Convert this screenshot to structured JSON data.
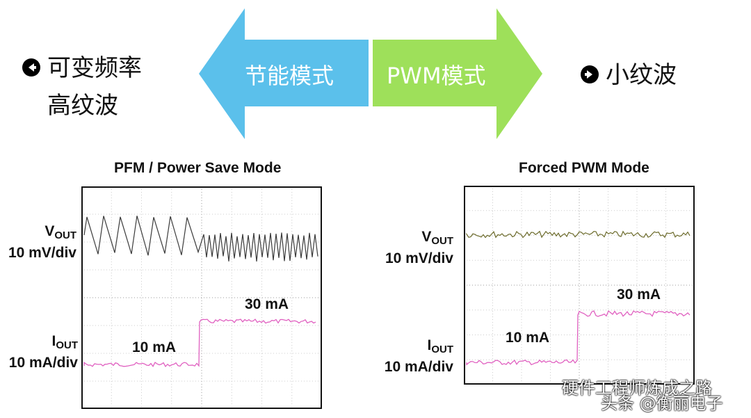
{
  "left_side": {
    "line1": "可变频率",
    "line2": "高纹波",
    "bullet_icon": "arrow-left-circle-icon"
  },
  "right_side": {
    "text": "小纹波",
    "bullet_icon": "arrow-right-circle-icon"
  },
  "arrows": {
    "power_save": {
      "label": "节能模式",
      "color": "#5bc0eb"
    },
    "pwm": {
      "label": "PWM模式",
      "color": "#9ee05a"
    }
  },
  "scopes": [
    {
      "title": "PFM / Power Save Mode",
      "vout_label": "V",
      "vout_sub": "OUT",
      "vout_scale": "10 mV/div",
      "iout_label": "I",
      "iout_sub": "OUT",
      "iout_scale": "10 mA/div",
      "low_current": "10 mA",
      "high_current": "30 mA",
      "vout_color": "#3a3a3a",
      "iout_color": "#e060c0"
    },
    {
      "title": "Forced PWM Mode",
      "vout_label": "V",
      "vout_sub": "OUT",
      "vout_scale": "10 mV/div",
      "iout_label": "I",
      "iout_sub": "OUT",
      "iout_scale": "10 mA/div",
      "low_current": "10 mA",
      "high_current": "30 mA",
      "vout_color": "#6b6a2a",
      "iout_color": "#e060c0"
    }
  ],
  "watermark": {
    "line1": "硬件工程师炼成之路",
    "line2": "头条 @衡丽电子"
  }
}
